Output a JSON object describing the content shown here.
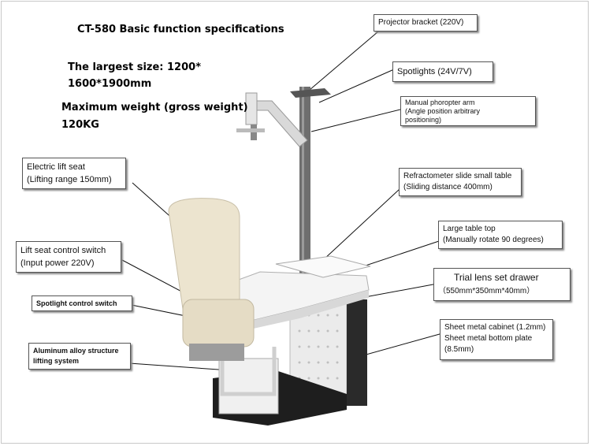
{
  "specs": {
    "title": "CT-580 Basic function specifications",
    "size_line1": "The largest size: 1200*",
    "size_line2": "1600*1900mm",
    "weight_line1": "Maximum weight (gross weight)",
    "weight_line2": "120KG"
  },
  "callouts": {
    "projector_bracket": "Projector bracket (220V)",
    "spotlights": "Spotlights (24V/7V)",
    "phoropter_arm_1": "Manual phoropter arm",
    "phoropter_arm_2": "(Angle position arbitrary",
    "phoropter_arm_3": "positioning)",
    "electric_lift_1": "Electric lift seat",
    "electric_lift_2": "(Lifting range 150mm)",
    "refractometer_1": "Refractometer slide small table",
    "refractometer_2": "(Sliding distance 400mm)",
    "large_table_1": "Large table top",
    "large_table_2": "(Manually rotate 90 degrees)",
    "lift_switch_1": "Lift seat control switch",
    "lift_switch_2": "(Input power 220V)",
    "trial_drawer_1": "Trial lens set drawer",
    "trial_drawer_2": "（550mm*350mm*40mm）",
    "spotlight_switch": "Spotlight control switch",
    "cabinet_1": "Sheet metal cabinet (1.2mm)",
    "cabinet_2": "Sheet metal bottom plate",
    "cabinet_3": "(8.5mm)",
    "aluminum_1": "Aluminum alloy structure",
    "aluminum_2": "lifting system"
  },
  "colors": {
    "seat": "#ece4cf",
    "table": "#f4f4f4",
    "pole": "#6e6e6e",
    "base_dark": "#2a2a2a"
  }
}
